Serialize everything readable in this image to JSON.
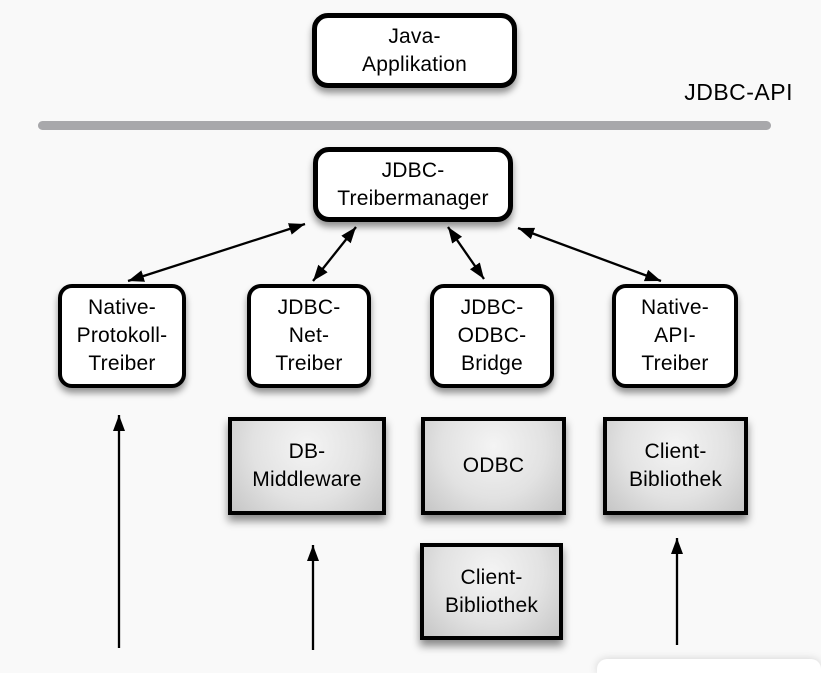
{
  "diagram": {
    "title_context": "JDBC driver architecture diagram",
    "api_label": "JDBC-API",
    "nodes": {
      "java_application": {
        "label": "Java-\nApplikation"
      },
      "driver_manager": {
        "label": "JDBC-\nTreibermanager"
      },
      "native_protocol_driver": {
        "label": "Native-\nProtokoll-\nTreiber"
      },
      "jdbc_net_driver": {
        "label": "JDBC-\nNet-\nTreiber"
      },
      "jdbc_odbc_bridge": {
        "label": "JDBC-\nODBC-\nBridge"
      },
      "native_api_driver": {
        "label": "Native-\nAPI-\nTreiber"
      },
      "db_middleware": {
        "label": "DB-\nMiddleware"
      },
      "odbc": {
        "label": "ODBC"
      },
      "client_library_odbc": {
        "label": "Client-\nBibliothek"
      },
      "client_library_native": {
        "label": "Client-\nBibliothek"
      }
    },
    "colors": {
      "background": "#f9f9f9",
      "box_border": "#000000",
      "box_fill": "#ffffff",
      "api_line": "#a8a8ab",
      "gray_box_light": "#f4f4f4",
      "gray_box_dark": "#c6c6c6",
      "arrow": "#000000"
    }
  }
}
